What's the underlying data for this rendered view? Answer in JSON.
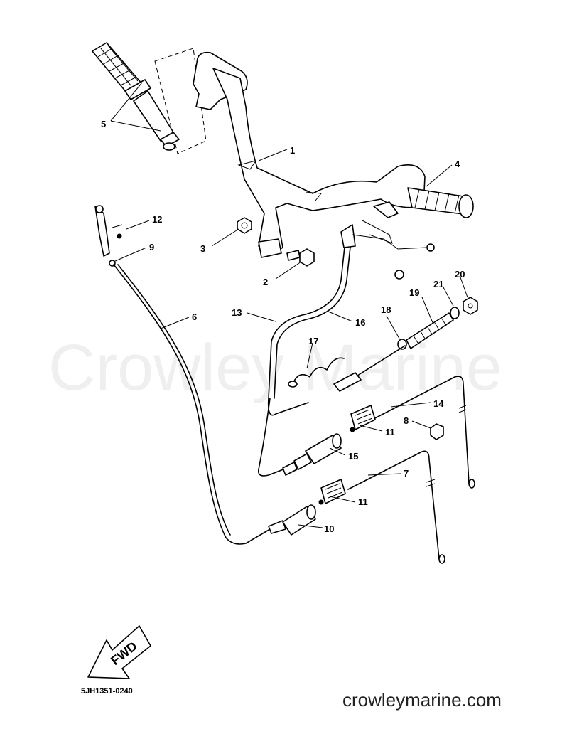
{
  "watermark": "Crowley Marine",
  "drawing_code": "5JH1351-0240",
  "site": "crowleymarine.com",
  "direction_label": "FWD",
  "callouts": [
    "1",
    "2",
    "3",
    "4",
    "5",
    "6",
    "7",
    "8",
    "9",
    "10",
    "11",
    "11",
    "12",
    "13",
    "14",
    "15",
    "16",
    "17",
    "18",
    "19",
    "20",
    "21"
  ]
}
